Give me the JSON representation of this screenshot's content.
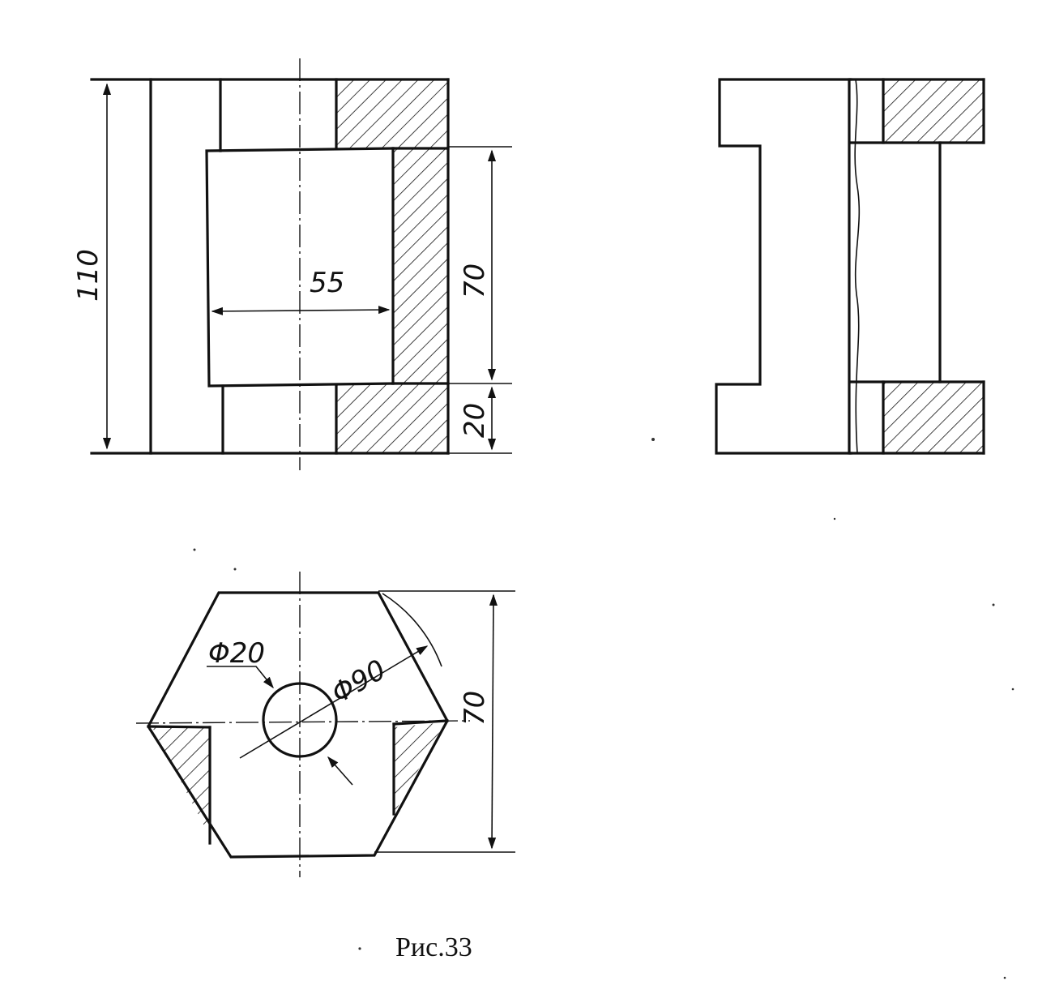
{
  "figure": {
    "caption": "Рис.33"
  },
  "dimensions": {
    "height_total": "110",
    "width_cavity": "55",
    "height_cavity": "70",
    "height_bottom": "20",
    "hex_flat": "70",
    "diameter_hole": "Φ20",
    "diameter_circumscribed": "Φ90"
  },
  "colors": {
    "ink": "#111111",
    "paper": "#ffffff"
  }
}
